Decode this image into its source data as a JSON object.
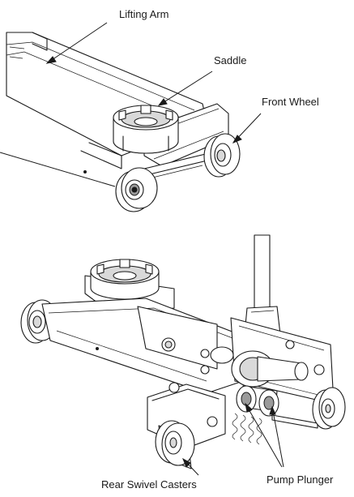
{
  "labels": {
    "lifting_arm": "Lifting Arm",
    "saddle": "Saddle",
    "front_wheel": "Front Wheel",
    "rear_swivel_casters": "Rear Swivel Casters",
    "pump_plunger": "Pump Plunger"
  }
}
